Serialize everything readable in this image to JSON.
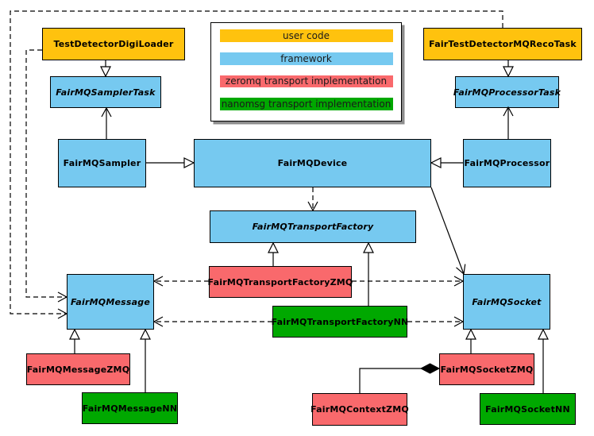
{
  "colors": {
    "user_code": "#FFC20E",
    "framework": "#76C9F0",
    "zeromq": "#F9696C",
    "nanomsg": "#00A800",
    "border": "#000000",
    "background": "#FFFFFF",
    "legend_shadow": "#8C8C8C"
  },
  "legend": {
    "items": [
      {
        "label": "user code",
        "color": "user_code"
      },
      {
        "label": "framework",
        "color": "framework"
      },
      {
        "label": "zeromq transport implementation",
        "color": "zeromq"
      },
      {
        "label": "nanomsg transport implementation",
        "color": "nanomsg"
      }
    ]
  },
  "nodes": {
    "test_detector_digi_loader": {
      "label": "TestDetectorDigiLoader",
      "category": "user_code",
      "abstract": false
    },
    "fair_test_detector_mq_reco_task": {
      "label": "FairTestDetectorMQRecoTask",
      "category": "user_code",
      "abstract": false
    },
    "fairmq_sampler_task": {
      "label": "FairMQSamplerTask",
      "category": "framework",
      "abstract": true
    },
    "fairmq_processor_task": {
      "label": "FairMQProcessorTask",
      "category": "framework",
      "abstract": true
    },
    "fairmq_sampler": {
      "label": "FairMQSampler",
      "category": "framework",
      "abstract": false
    },
    "fairmq_device": {
      "label": "FairMQDevice",
      "category": "framework",
      "abstract": false
    },
    "fairmq_processor": {
      "label": "FairMQProcessor",
      "category": "framework",
      "abstract": false
    },
    "fairmq_transport_factory": {
      "label": "FairMQTransportFactory",
      "category": "framework",
      "abstract": true
    },
    "fairmq_transport_factory_zmq": {
      "label": "FairMQTransportFactoryZMQ",
      "category": "zeromq",
      "abstract": false
    },
    "fairmq_transport_factory_nn": {
      "label": "FairMQTransportFactoryNN",
      "category": "nanomsg",
      "abstract": false
    },
    "fairmq_message": {
      "label": "FairMQMessage",
      "category": "framework",
      "abstract": true
    },
    "fairmq_socket": {
      "label": "FairMQSocket",
      "category": "framework",
      "abstract": true
    },
    "fairmq_message_zmq": {
      "label": "FairMQMessageZMQ",
      "category": "zeromq",
      "abstract": false
    },
    "fairmq_message_nn": {
      "label": "FairMQMessageNN",
      "category": "nanomsg",
      "abstract": false
    },
    "fairmq_socket_zmq": {
      "label": "FairMQSocketZMQ",
      "category": "zeromq",
      "abstract": false
    },
    "fairmq_socket_nn": {
      "label": "FairMQSocketNN",
      "category": "nanomsg",
      "abstract": false
    },
    "fairmq_context_zmq": {
      "label": "FairMQContextZMQ",
      "category": "zeromq",
      "abstract": false
    }
  }
}
